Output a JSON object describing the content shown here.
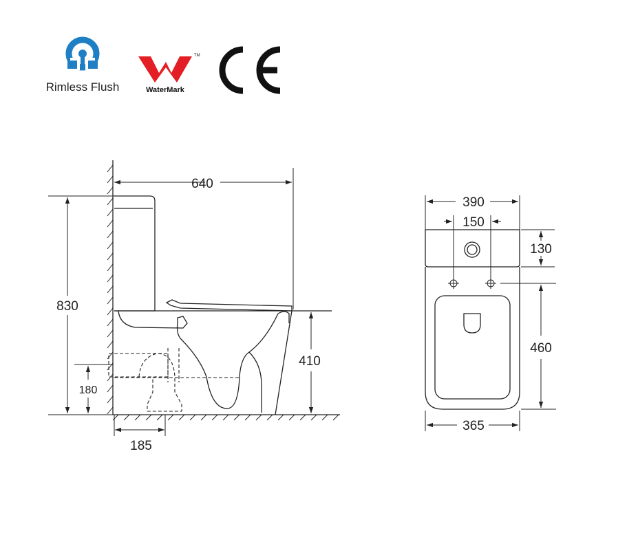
{
  "logos": {
    "rimless_label": "Rimless Flush",
    "watermark_label": "WaterMark",
    "ce_mark": "CE",
    "colors": {
      "rimless_blue": "#1f7fc4",
      "watermark_red": "#e31e24",
      "ce_black": "#111111"
    }
  },
  "side_view": {
    "overall_depth": "640",
    "overall_height": "830",
    "seat_height": "410",
    "outlet_height": "180",
    "outlet_setout": "185"
  },
  "top_view": {
    "tank_width": "390",
    "fixing_spacing": "150",
    "tank_depth": "130",
    "bowl_length": "460",
    "bowl_width": "365"
  },
  "icons": [
    "rimless-flush-icon",
    "watermark-w-icon",
    "ce-mark-icon",
    "flush-button-icon",
    "fixing-point-icon"
  ]
}
